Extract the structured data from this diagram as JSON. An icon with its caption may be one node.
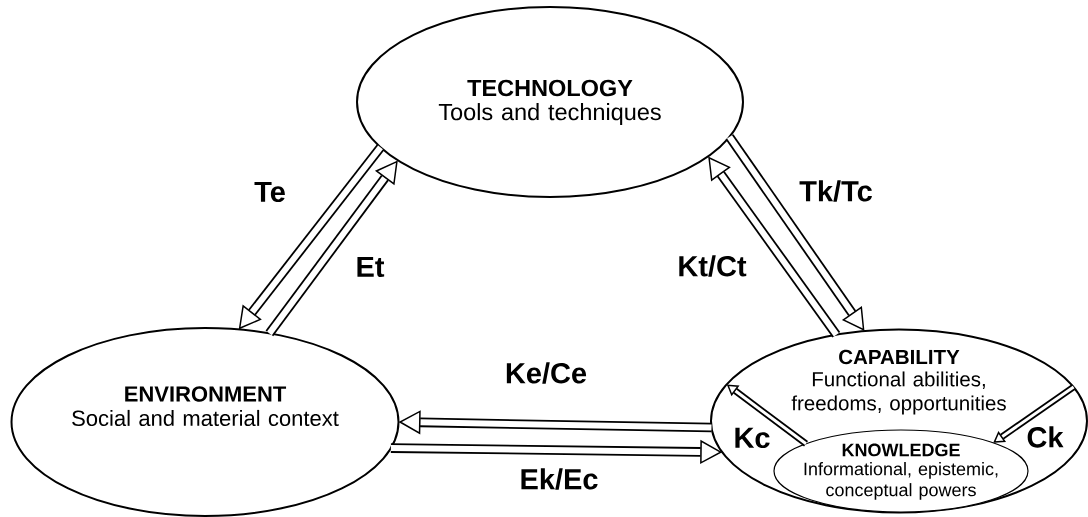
{
  "diagram": {
    "nodes": [
      {
        "text": [
          "TECHNOLOGY",
          "Tools and techniques"
        ]
      },
      {
        "text": [
          "ENVIRONMENT",
          "Social and material context"
        ]
      },
      {
        "text": [
          "CAPABILITY",
          "Functional abilities, freedoms, opportunities"
        ]
      },
      {
        "text": [
          "KNOWLEDGE",
          "Informational, epistemic, conceptual powers"
        ],
        "in": 2
      }
    ],
    "edges": [
      {
        "from": 0,
        "to": 1,
        "arrow": "to",
        "label": "Te"
      },
      {
        "from": 1,
        "to": 0,
        "arrow": "to",
        "label": "Et"
      },
      {
        "from": 0,
        "to": 2,
        "arrow": "to",
        "label": "Tk/Tc"
      },
      {
        "from": 2,
        "to": 0,
        "arrow": "to",
        "label": "Kt/Ct"
      },
      {
        "from": 2,
        "to": 1,
        "arrow": "to",
        "label": "Ke/Ce"
      },
      {
        "from": 1,
        "to": 2,
        "arrow": "to",
        "label": "Ek/Ec"
      },
      {
        "from": 3,
        "to": 2,
        "arrow": "to",
        "label": "Kc"
      },
      {
        "from": 2,
        "to": 3,
        "arrow": "to",
        "label": "Ck"
      }
    ]
  }
}
